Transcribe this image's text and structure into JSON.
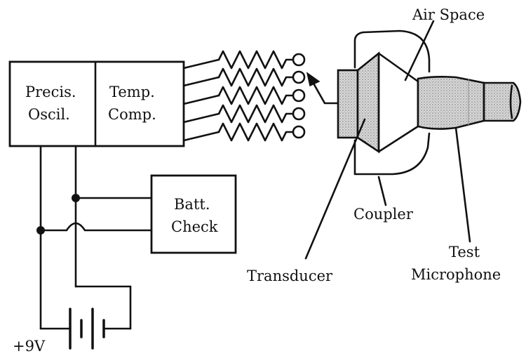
{
  "diagram": {
    "osc_line1": "Precis.",
    "osc_line2": "Oscil.",
    "temp_line1": "Temp.",
    "temp_line2": "Comp.",
    "batt_line1": "Batt.",
    "batt_line2": "Check",
    "air_space": "Air Space",
    "coupler": "Coupler",
    "transducer": "Transducer",
    "test_mic_line1": "Test",
    "test_mic_line2": "Microphone",
    "battery_voltage": "+9V"
  }
}
